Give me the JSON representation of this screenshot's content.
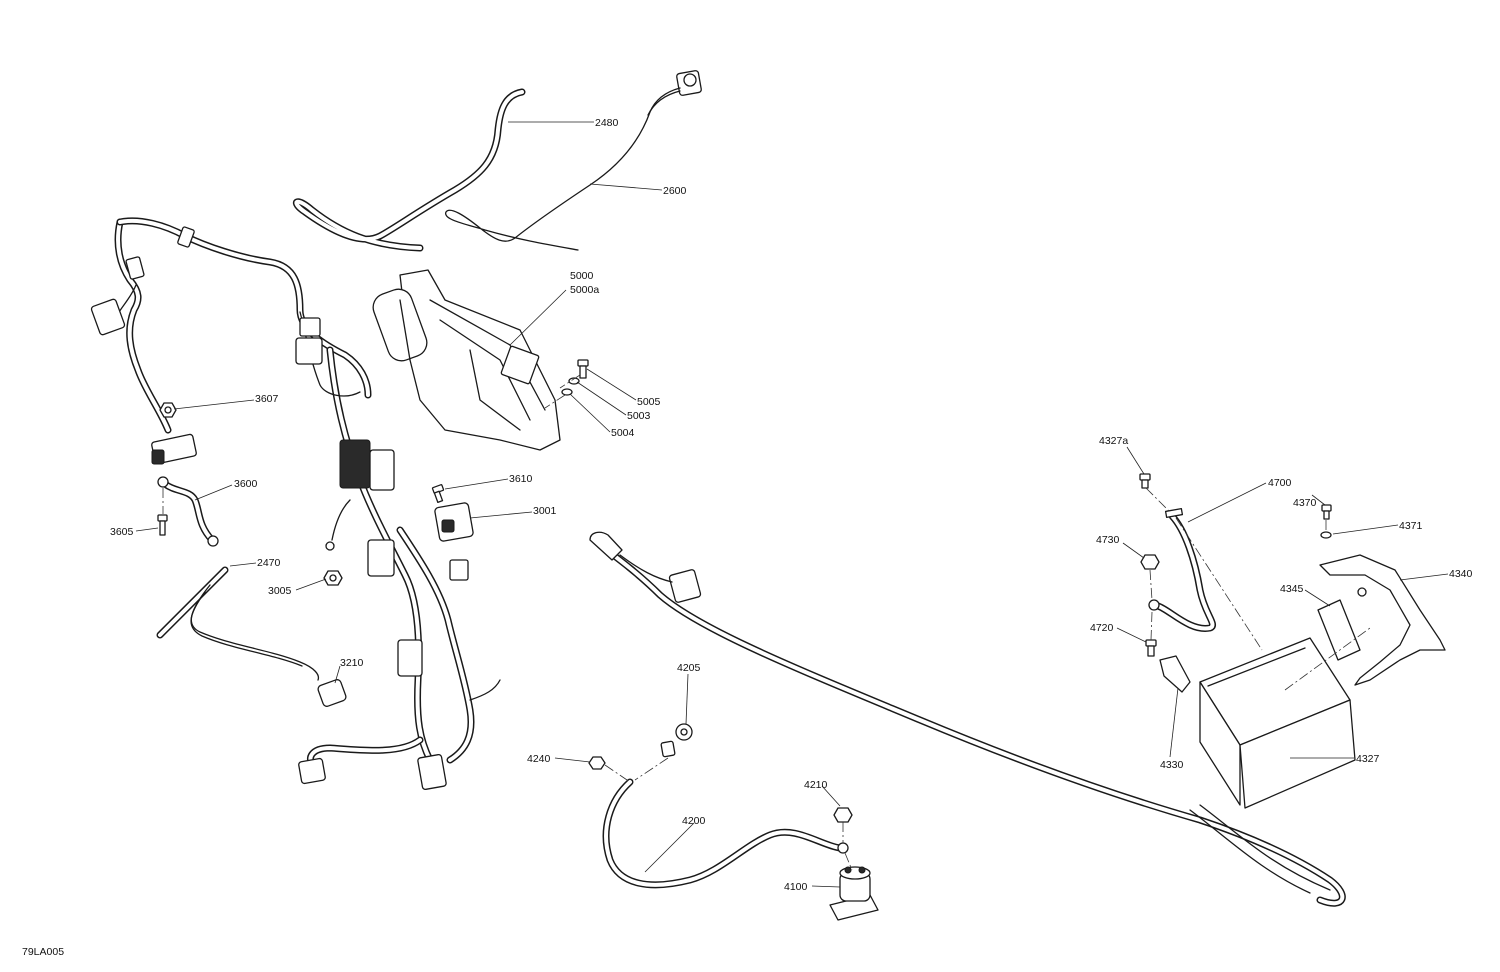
{
  "figure_id": "79LA005",
  "callouts": {
    "c2480": "2480",
    "c2600": "2600",
    "c5000": "5000",
    "c5000a": "5000a",
    "c5005": "5005",
    "c5003": "5003",
    "c5004": "5004",
    "c3607": "3607",
    "c3600": "3600",
    "c3605": "3605",
    "c3610": "3610",
    "c3001": "3001",
    "c2470": "2470",
    "c3005": "3005",
    "c3210": "3210",
    "c4205": "4205",
    "c4240": "4240",
    "c4210": "4210",
    "c4200": "4200",
    "c4100": "4100",
    "c4327a": "4327a",
    "c4700": "4700",
    "c4370": "4370",
    "c4371": "4371",
    "c4730": "4730",
    "c4340": "4340",
    "c4345": "4345",
    "c4720": "4720",
    "c4330": "4330",
    "c4327": "4327"
  }
}
